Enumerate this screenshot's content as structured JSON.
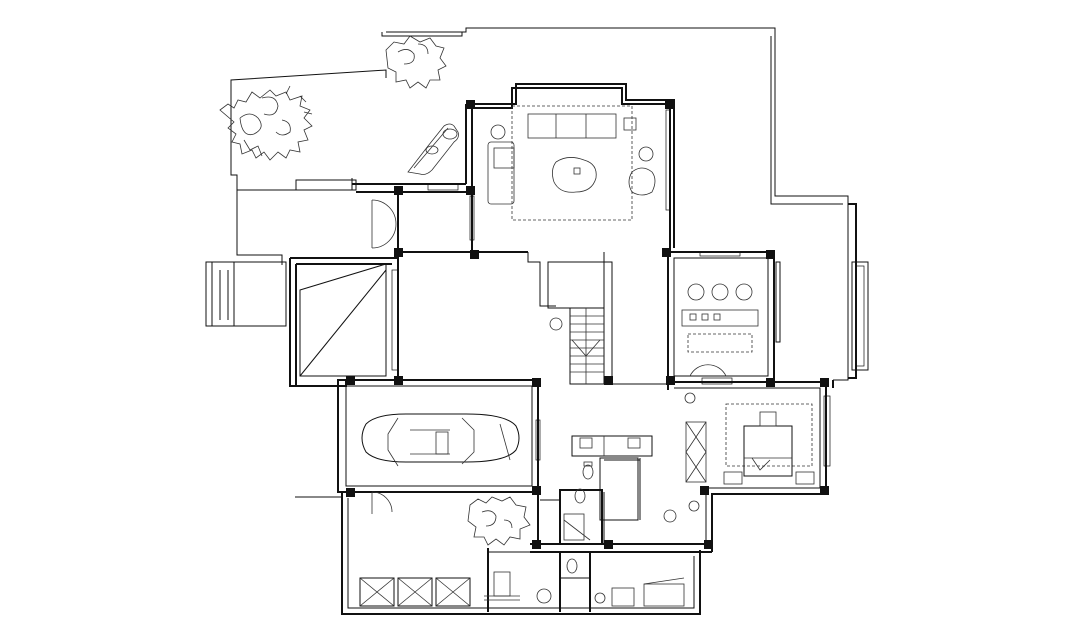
{
  "drawing": {
    "kind": "architectural floor plan",
    "background_color": "#ffffff",
    "line_color": "#111111"
  },
  "rooms": [
    {
      "id": "living-room",
      "furniture": [
        "sofa",
        "armchair",
        "round-coffee-table",
        "side-table"
      ]
    },
    {
      "id": "dining-room",
      "furniture": [
        "round-stools",
        "long-table"
      ]
    },
    {
      "id": "garage",
      "furniture": [
        "car"
      ]
    },
    {
      "id": "bedroom",
      "furniture": [
        "bed",
        "nightstands"
      ]
    },
    {
      "id": "kitchen",
      "furniture": [
        "sink-counter"
      ]
    },
    {
      "id": "bathroom",
      "furniture": [
        "toilet",
        "washbasin"
      ]
    },
    {
      "id": "storage",
      "furniture": [
        "crates"
      ]
    },
    {
      "id": "garden",
      "furniture": [
        "tree",
        "lounge-chair"
      ]
    }
  ],
  "icons": [
    "tree-icon",
    "lounge-chair-icon",
    "car-icon",
    "bed-icon",
    "stair-icon",
    "toilet-icon",
    "door-swing-icon"
  ]
}
